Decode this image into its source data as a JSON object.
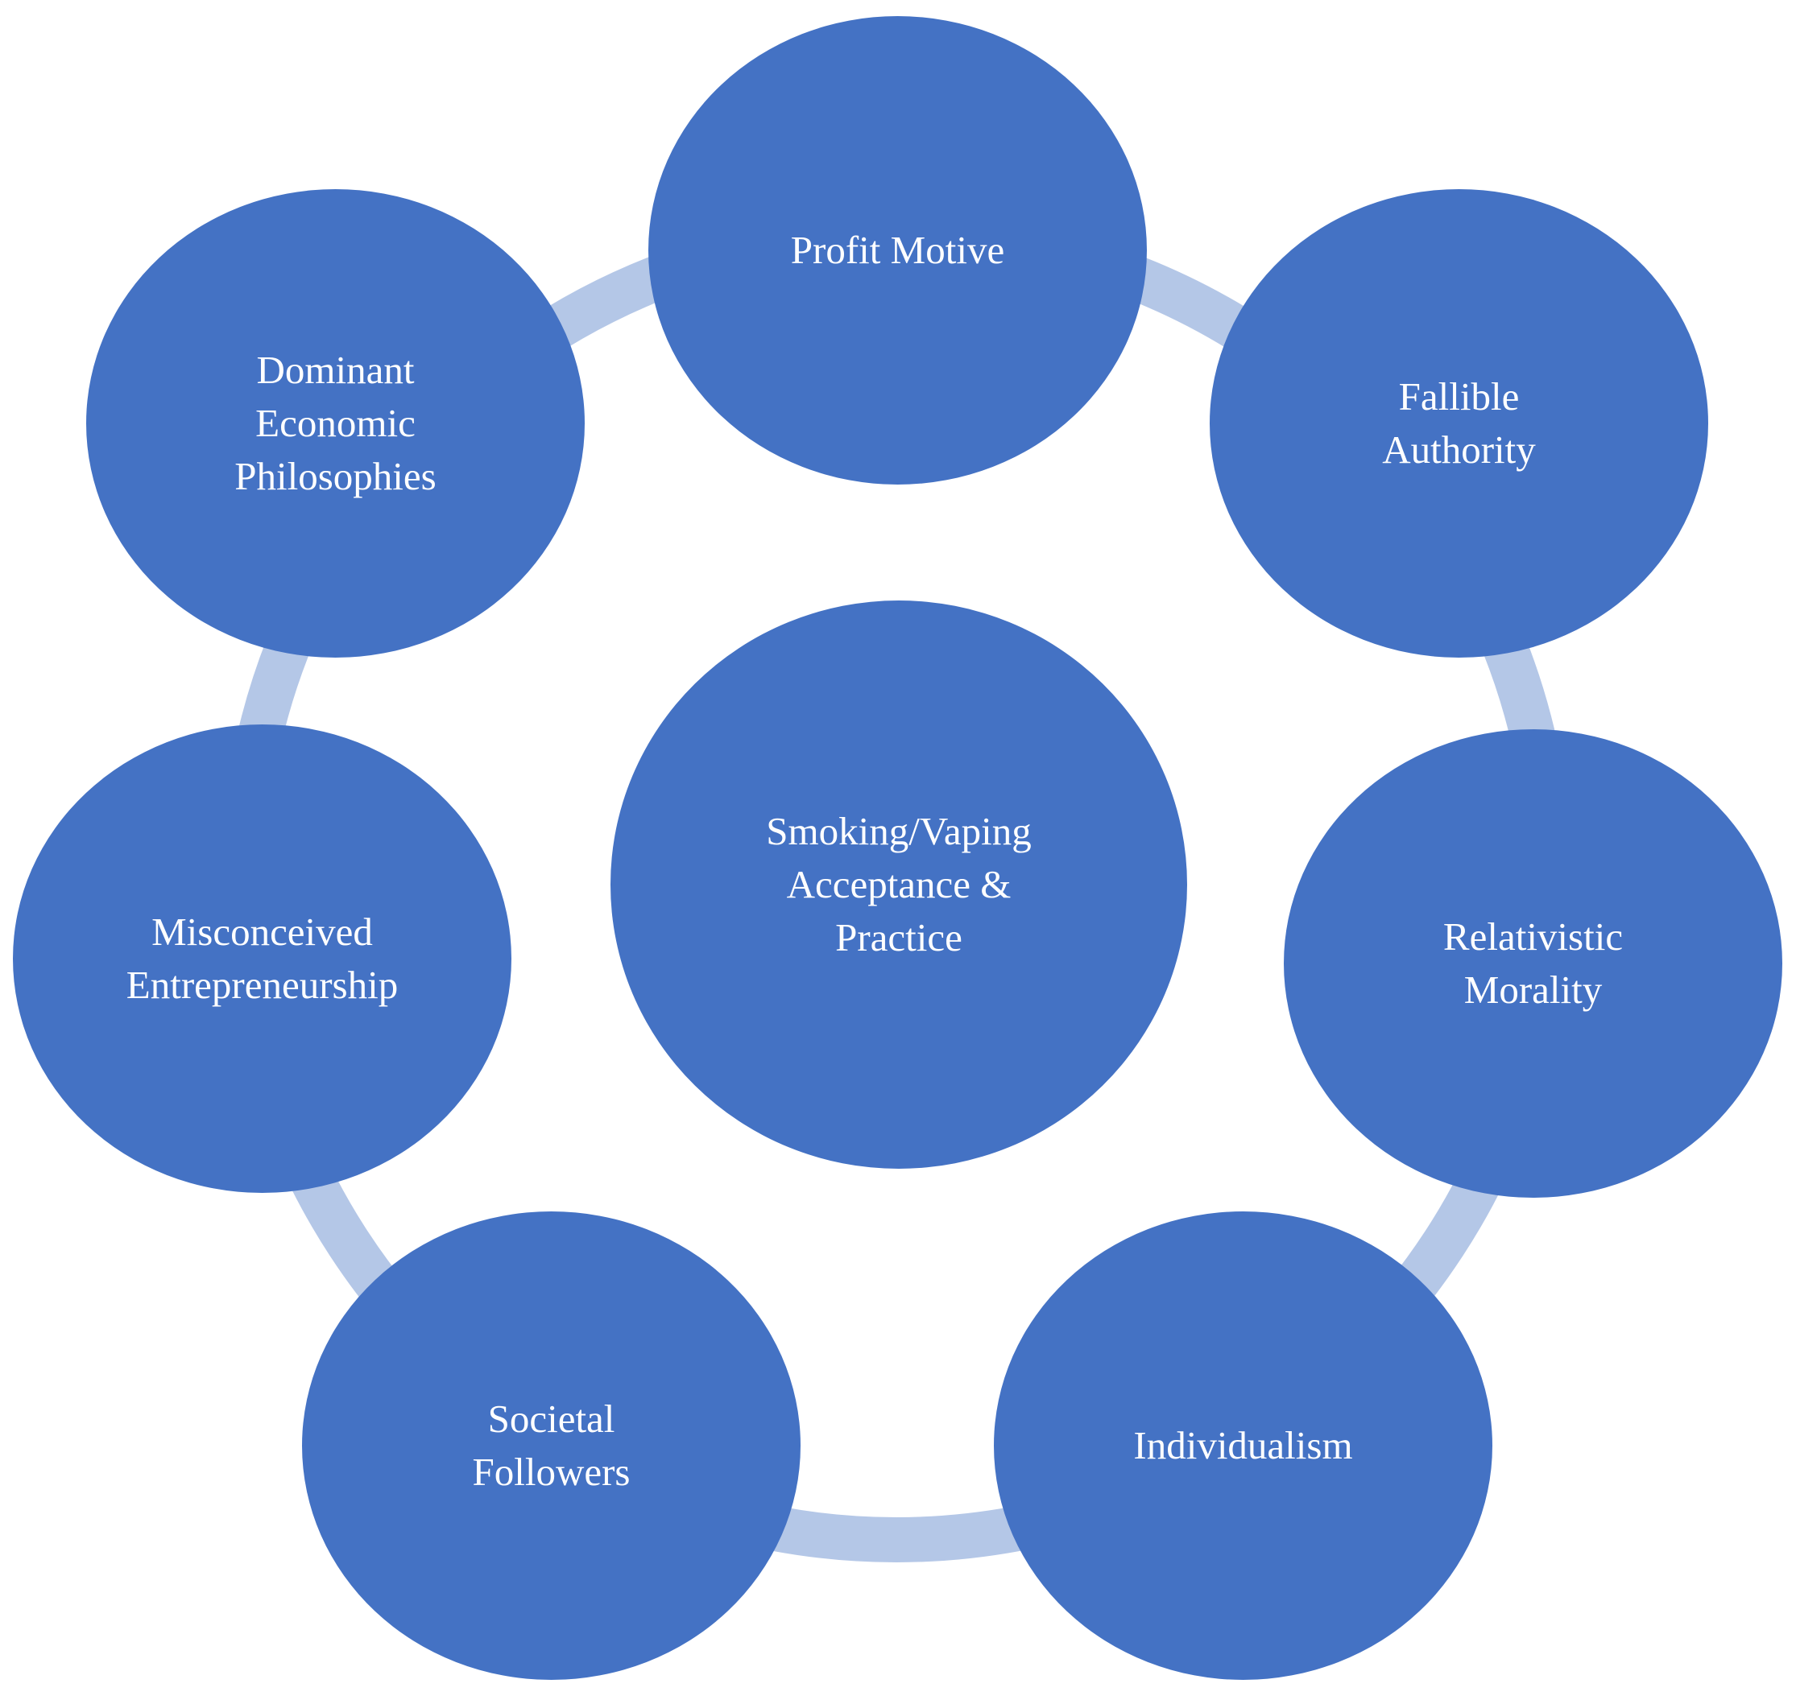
{
  "colors": {
    "node_fill": "#4472c4",
    "ring": "#b4c7e7",
    "text": "#ffffff",
    "background": "#ffffff"
  },
  "center": {
    "label": "Smoking/Vaping\nAcceptance &\nPractice"
  },
  "nodes": [
    {
      "label": "Profit Motive"
    },
    {
      "label": "Fallible\nAuthority"
    },
    {
      "label": "Relativistic\nMorality"
    },
    {
      "label": "Individualism"
    },
    {
      "label": "Societal\nFollowers"
    },
    {
      "label": "Misconceived\nEntrepreneurship"
    },
    {
      "label": "Dominant\nEconomic\nPhilosophies"
    }
  ]
}
